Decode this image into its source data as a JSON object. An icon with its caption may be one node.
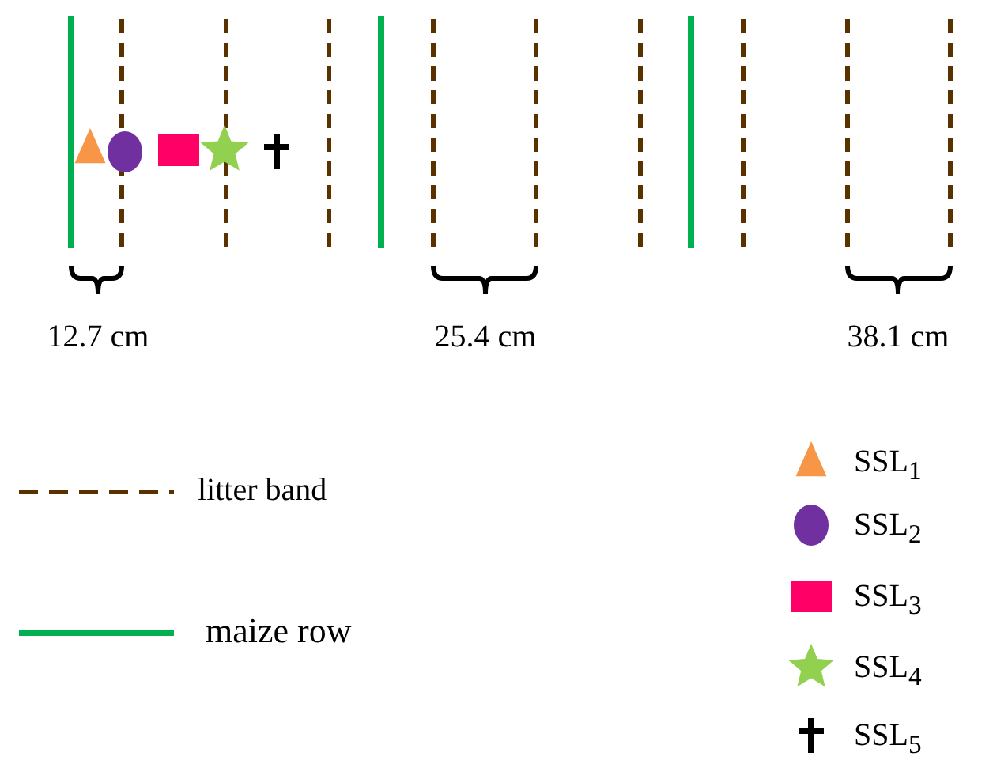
{
  "diagram": {
    "labels": [
      "12.7 cm",
      "25.4 cm",
      "38.1 cm"
    ],
    "legend": [
      {
        "text": "litter band"
      },
      {
        "text": "maize row"
      },
      {
        "text": "SSL$_{1}$"
      },
      {
        "text": "SSL$_{2}$"
      },
      {
        "text": "SSL$_{3}$"
      },
      {
        "text": "SSL$_{4}$"
      },
      {
        "text": "SSL$_{5}$"
      }
    ]
  }
}
